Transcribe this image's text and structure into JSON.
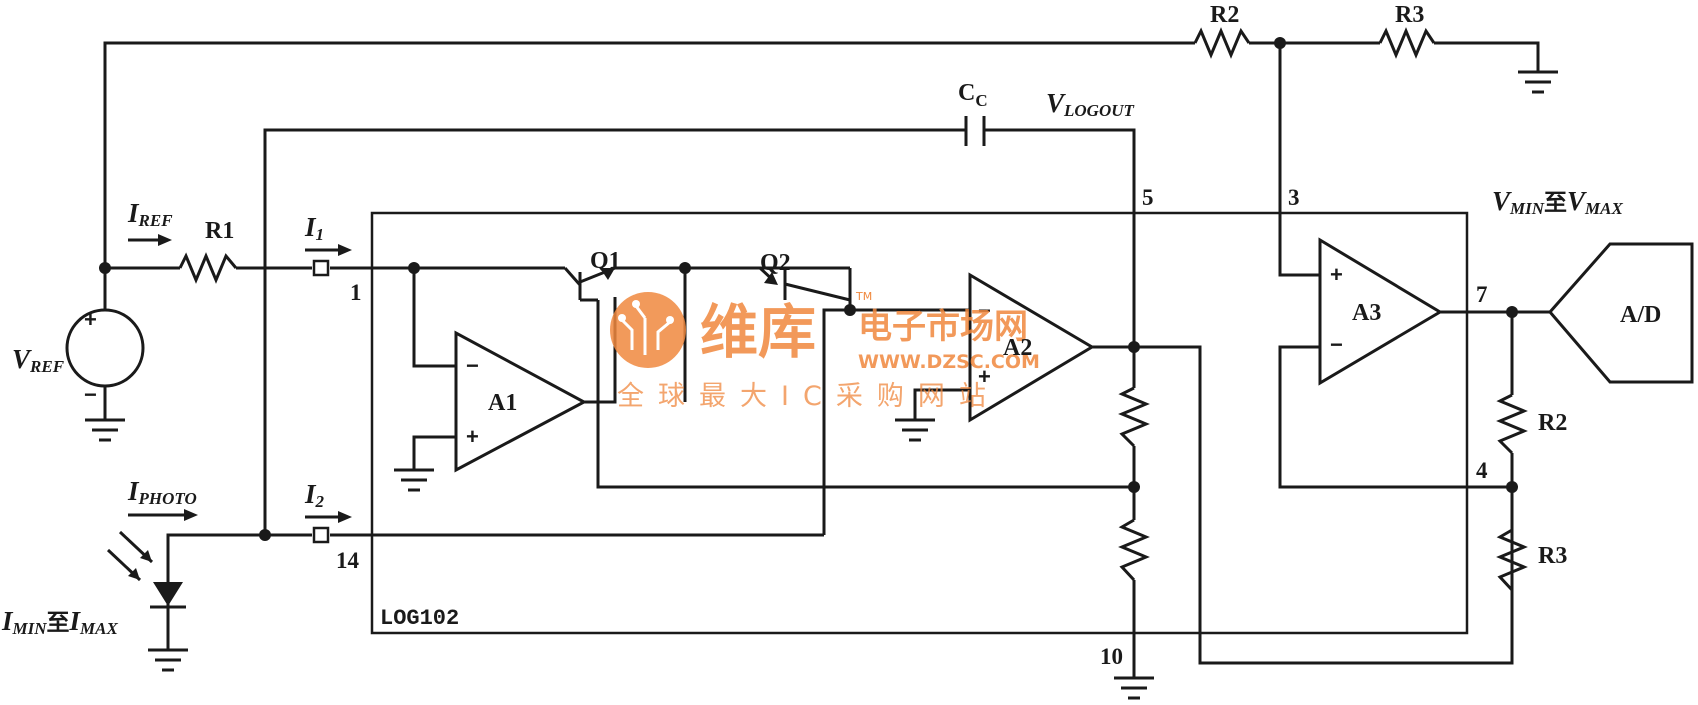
{
  "ic": {
    "name": "LOG102"
  },
  "labels": {
    "r1": "R1",
    "r2": "R2",
    "r3": "R3",
    "cc": "C",
    "cc_sub": "C",
    "q1": "Q1",
    "q2": "Q2",
    "a1": "A1",
    "a2": "A2",
    "a3": "A3",
    "ad": "A/D",
    "vref": "V",
    "vref_sub": "REF",
    "iref": "I",
    "iref_sub": "REF",
    "i1": "I",
    "i1_sub": "1",
    "i2": "I",
    "i2_sub": "2",
    "iphoto": "I",
    "iphoto_sub": "PHOTO",
    "vlogout": "V",
    "vlogout_sub": "LOGOUT",
    "vrange": {
      "v1": "V",
      "v1_sub": "MIN",
      "mid": "至",
      "v2": "V",
      "v2_sub": "MAX"
    },
    "irange": {
      "i1": "I",
      "i1_sub": "MIN",
      "mid": "至",
      "i2": "I",
      "i2_sub": "MAX"
    }
  },
  "pins": {
    "p1": "1",
    "p3": "3",
    "p4": "4",
    "p5": "5",
    "p7": "7",
    "p10": "10",
    "p14": "14"
  },
  "signs": {
    "plus": "+",
    "minus": "−"
  },
  "watermark": {
    "brand": "维库",
    "tagline": "电子市场网",
    "url": "WWW.DZSC.COM",
    "slogan": "全球最大IC采购网站",
    "tm": "TM",
    "color": "#f0883e"
  }
}
